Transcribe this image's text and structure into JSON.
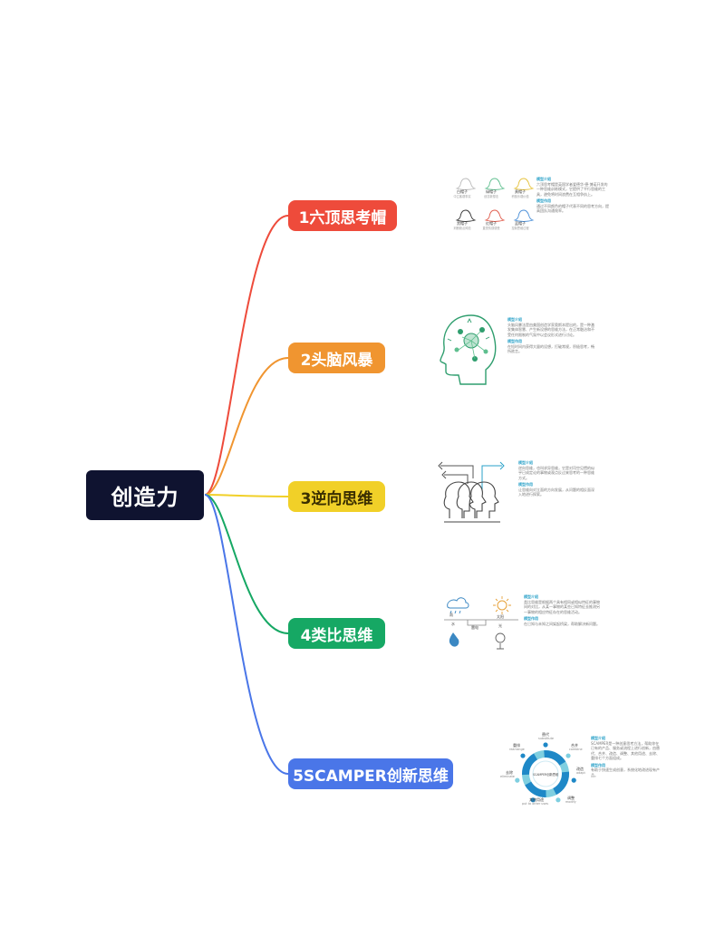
{
  "root": {
    "label": "创造力"
  },
  "branches": [
    {
      "label": "1六顶思考帽",
      "color": "#ee4b3b"
    },
    {
      "label": "2头脑风暴",
      "color": "#f09530"
    },
    {
      "label": "3逆向思维",
      "color": "#f1d028"
    },
    {
      "label": "4类比思维",
      "color": "#16a864"
    },
    {
      "label": "5SCAMPER创新思维",
      "color": "#4a76e8"
    }
  ],
  "cards": {
    "six_hats": {
      "hats": [
        {
          "label": "白帽子",
          "sub": "中立客观事实",
          "color": "#bbbbbb"
        },
        {
          "label": "绿帽子",
          "sub": "创意新想法",
          "color": "#5fbf8f"
        },
        {
          "label": "黄帽子",
          "sub": "积极乐观价值",
          "color": "#e6c23a"
        },
        {
          "label": "黑帽子",
          "sub": "判断缺点风险",
          "color": "#333333"
        },
        {
          "label": "红帽子",
          "sub": "直觉情感感受",
          "color": "#e05a4a"
        },
        {
          "label": "蓝帽子",
          "sub": "控制思维过程",
          "color": "#4a8fd8"
        }
      ],
      "heading1": "模型介绍",
      "text1": "六顶思考帽是英国学者爱德华·德·博诺开发的一种思维训练模式，它提供了平行思维的工具，避免将时间浪费在互相争执上。",
      "heading2": "模型作用",
      "text2": "通过不同颜色的帽子代表不同的思考方向，提高团队沟通效率。"
    },
    "brainstorm": {
      "heading1": "模型介绍",
      "text1": "头脑风暴法是由美国创造学家奥斯本提出的，是一种激发集体智慧、产生新设想的思维方法，在正常融洽和不受任何限制的气氛中以会议形式进行讨论。",
      "heading2": "模型作用",
      "text2": "在短时间内获得大量的设想，打破常规，积极思考，畅所欲言。"
    },
    "reverse": {
      "heading1": "模型介绍",
      "text1": "逆向思维，也叫求异思维，它是对司空见惯的似乎已成定论的事物或观点反过来思考的一种思维方式。",
      "heading2": "模型作用",
      "text2": "让思维向对立面的方向发展，从问题的相反面深入地进行探索。"
    },
    "analogy": {
      "labels": [
        "雨",
        "太阳",
        "水",
        "雷电",
        "光"
      ],
      "heading1": "模型介绍",
      "text1": "类比思维是根据两个具有相同或相似特征的事物间的对比，从某一事物的某些已知特征去推测另一事物的相应特征存在的思维活动。",
      "heading2": "模型作用",
      "text2": "在已知与未知之间架起桥梁，帮助解决新问题。"
    },
    "scamper": {
      "center": "SCAMPER创新思维",
      "items": [
        {
          "zh": "替代",
          "en": "substitute"
        },
        {
          "zh": "合并",
          "en": "combine"
        },
        {
          "zh": "改造",
          "en": "adapt"
        },
        {
          "zh": "调整",
          "en": "modify"
        },
        {
          "zh": "其他用途",
          "en": "put to other uses"
        },
        {
          "zh": "去除",
          "en": "eliminate"
        },
        {
          "zh": "重排",
          "en": "rearrange"
        }
      ],
      "heading1": "模型介绍",
      "text1": "SCAMPER是一种创意思考方法，帮助你在已有的产品、服务或流程上进行创新，由替代、合并、改造、调整、其他用途、去除、重排七个方面组成。",
      "heading2": "模型作用",
      "text2": "有助于快速生成创意，系统化地改进现有产品。"
    }
  }
}
